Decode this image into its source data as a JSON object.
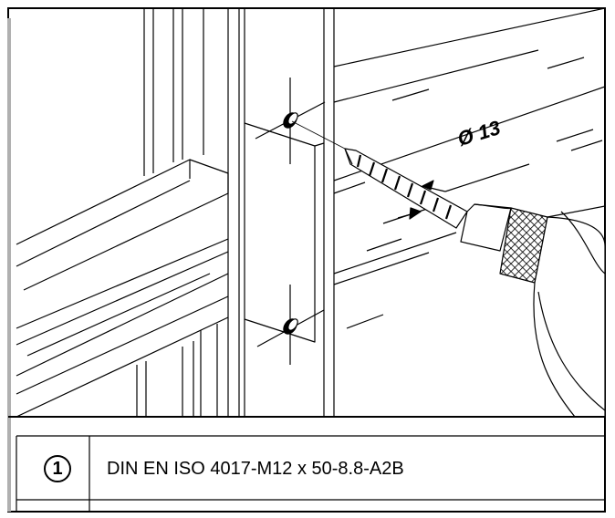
{
  "illustration": {
    "dimension_label": "Ø 13",
    "parts": [
      "wall-frame",
      "mounting-plate",
      "screw-marks",
      "drill-bit",
      "drill"
    ]
  },
  "legend": {
    "items": [
      {
        "number": "1",
        "text": "DIN EN ISO 4017-M12 x 50-8.8-A2B"
      }
    ]
  },
  "colors": {
    "line": "#000000",
    "frame_left_bar": "#b0b0b0",
    "background": "#ffffff"
  }
}
